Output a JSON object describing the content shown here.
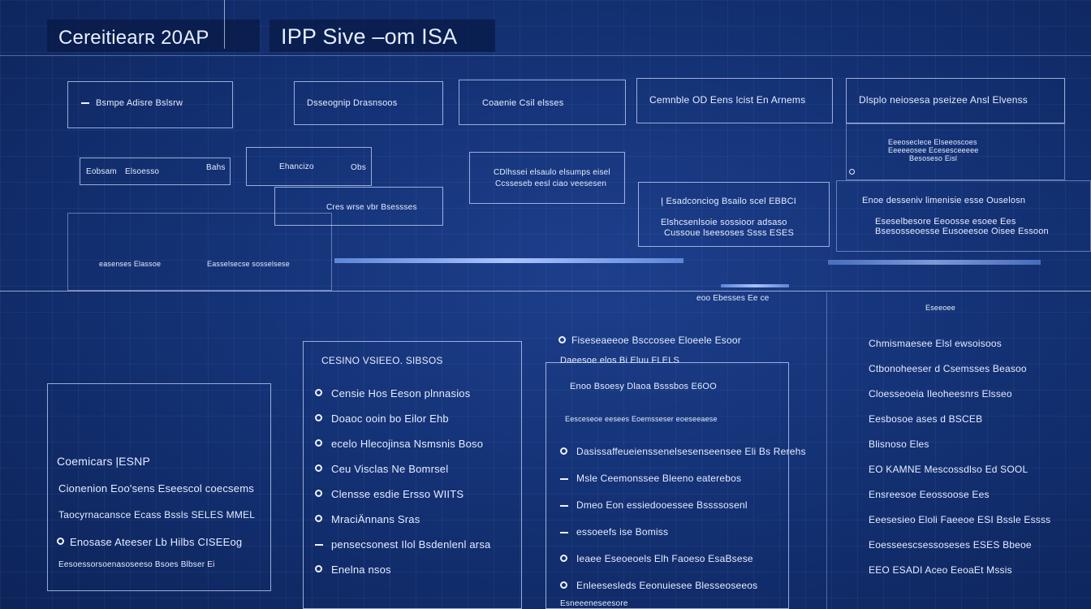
{
  "header": {
    "left_title": "Cereitiearʀ 20AP",
    "right_title": "IPP Sive –оm ISA"
  },
  "top_boxes": [
    "Bsmpe Adisre Bslsrw",
    "Dsseognip Drasnsoos",
    "Coaenie Csil elsses",
    "Cemnble OD Eens lcist En Arnems",
    "Dlsplo neiosesa pseizee Ansl Elvenss"
  ],
  "row2": {
    "a_label": "Eobsam",
    "a_value": "Elsoesso",
    "a_right": "Bahs",
    "b_label": "Ehancizo",
    "b_right": "Obs",
    "c_label": "Cres wrse vbr Bsessses",
    "d_line1": "CDlhssei elsaulo elsumps eisel",
    "d_line2": "Ccsseseb eesl ciao veesesen",
    "r_lines": [
      "Eeeoseclece Elseeoscoes",
      "Eeeeeosee Ecesesceeeee",
      "Besoseso Eisl"
    ]
  },
  "mid_right": {
    "title": "I̧ Esadconciog Bsailo scel EBBCI",
    "line1": "Elshcsenlsoie sossioor adsaso",
    "line2": "Cussoue lseesoses Ssss ESES",
    "far_title": "Enoe desseniv limenisie esse Ouselosn",
    "far_line1": "Eseselbesore Eeoosse esoee Ees",
    "far_line2": "Bsesosseoesse Eusoeesoe Oisee Essoon"
  },
  "strip": {
    "left": "easenses Elassoe",
    "mid": "Easselsecse sosselsese",
    "right": "eoo Ebesses Ee ce",
    "right2": "Eseeoee"
  },
  "left_panel": {
    "title": "Coemicars  ļESNP",
    "lines": [
      "Cionenion Eoo'sens Eseescol coecsems",
      "Taocyrnacansce Ecass Bssls SELES MMEL"
    ],
    "radio_line": "Enosase Ateeser Lb Hilbs CISEEog",
    "foot": "Eesoessorsoenasoseeso Bsoes Blbser Ei"
  },
  "center_panel": {
    "title": "CESINO VSIEEO. SIBSOS",
    "items": [
      "Censie Hos Eeson plnnasios",
      "Doaoc ooin bo Eilor Ehb",
      "ecelo Hlecojinsa Nsmsnis Boso",
      "Ceu Visclas Ne Bomrsel",
      "Clensse esdie Ersso WIITS",
      "MraciÄnnans Sras",
      "pensecsonest Ilol Bsdenlenl arsa",
      "Enelna nsos"
    ],
    "kinds": [
      "radio",
      "radio",
      "radio",
      "radio",
      "radio",
      "radio",
      "dash",
      "radio"
    ]
  },
  "right_panel": {
    "top1": "Fiseseaeeoe Bsccosee Eloeele Esoor",
    "top2": "Daeesoe elos Bi Eluu FLELS",
    "top3": "Enoo Bsoesy Dlaoa Bsssbos E6OO",
    "top4": "Eesceseoe eesees Eoemsseser eoeseeaese",
    "items": [
      "Dasissaffeueienssenelsesenseensee Eli Bs Rerehs",
      "Msle Ceemonssee Bleeno eaterebos",
      "Dmeo Eon essiedooessee Bssssosenl",
      "essoeefs ise Bomiss",
      "Ieaee Eseoeoels Elh Faoeso EsaBsese",
      "Enleesesleds Eeonuiesee Blesseoseeos"
    ],
    "kinds": [
      "radio",
      "dash",
      "dash",
      "dash",
      "radio",
      "radio"
    ],
    "far_items": [
      "Chmismaesee Elsl ewsoisoos",
      "Ctbonoheeser d Csemsses Beasoo",
      "Cloesseoeia Ileoheesnrs Elsseo",
      "Eesbosoe ases d BSCEB",
      "Blisnoso Eles",
      "EO KAMNE Mescossdlso Ed SOOL",
      "Ensreesoe Eeossoose Ees",
      "Eeesesieo Eloli Faeeoe ESI Bssle Essss",
      "Eoesseescsessoseses ESES Bbeoe",
      "EEO ESADI Aceo EeoaEt Mssis"
    ]
  },
  "bottom_label": "Esneeeneseesore"
}
